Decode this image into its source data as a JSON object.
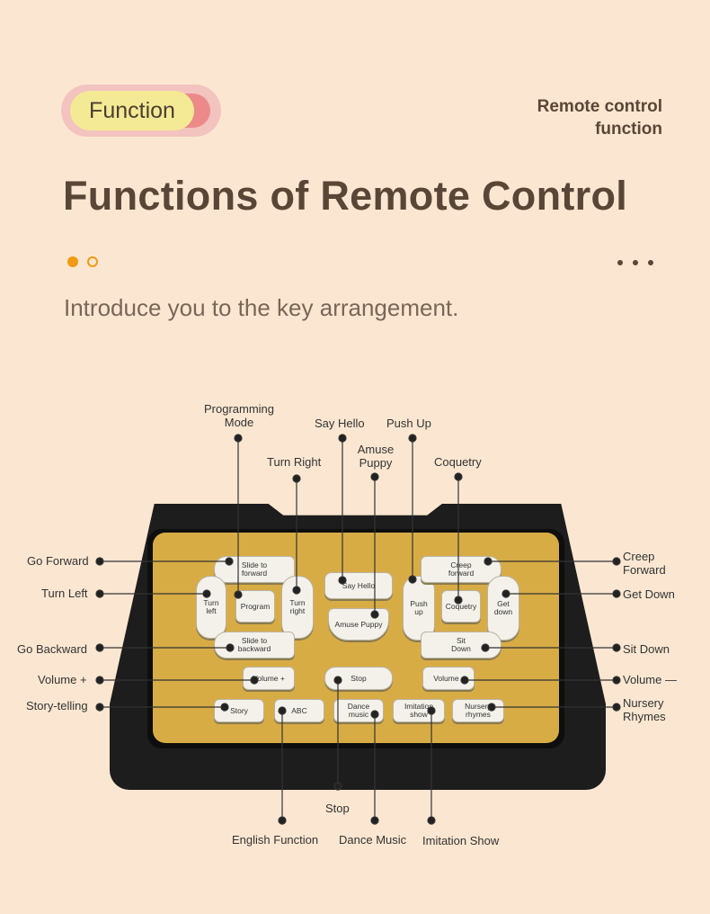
{
  "header": {
    "badge_label": "Function",
    "top_right_line1": "Remote control",
    "top_right_line2": "function",
    "title": "Functions of Remote Control",
    "intro": "Introduce you to the key arrangement."
  },
  "colors": {
    "background": "#fbe7d1",
    "accent_orange": "#f29a12",
    "title_brown": "#5a4636",
    "panel_gold": "#d8ac45",
    "remote_body": "#1d1d1d"
  },
  "remote_buttons": {
    "slide_forward": "Slide to\nforward",
    "turn_left": "Turn\nleft",
    "program": "Program",
    "turn_right": "Turn\nright",
    "say_hello": "Say Hello",
    "amuse_puppy": "Amuse Puppy",
    "push_up": "Push\nup",
    "creep_forward": "Creep\nforward",
    "coquetry": "Coquetry",
    "get_down": "Get\ndown",
    "slide_backward": "Slide to\nbackward",
    "sit_down": "Sit\nDown",
    "volume_plus": "Volume +",
    "stop": "Stop",
    "volume_minus": "Volume -",
    "story": "Story",
    "abc": "ABC",
    "dance_music": "Dance\nmusic",
    "imitation_show": "Imitation\nshow",
    "nursery_rhymes": "Nursery\nrhymes"
  },
  "callouts": {
    "programming_mode": "Programming\nMode",
    "say_hello": "Say Hello",
    "push_up": "Push Up",
    "amuse_puppy": "Amuse\nPuppy",
    "turn_right": "Turn Right",
    "coquetry": "Coquetry",
    "go_forward": "Go Forward",
    "turn_left": "Turn Left",
    "go_backward": "Go Backward",
    "volume_plus": "Volume +",
    "story_telling": "Story-telling",
    "creep_forward": "Creep\nForward",
    "get_down": "Get Down",
    "sit_down": "Sit Down",
    "volume_minus": "Volume —",
    "nursery_rhymes": "Nursery\nRhymes",
    "stop": "Stop",
    "english_function": "English Function",
    "dance_music": "Dance Music",
    "imitation_show": "Imitation Show"
  }
}
